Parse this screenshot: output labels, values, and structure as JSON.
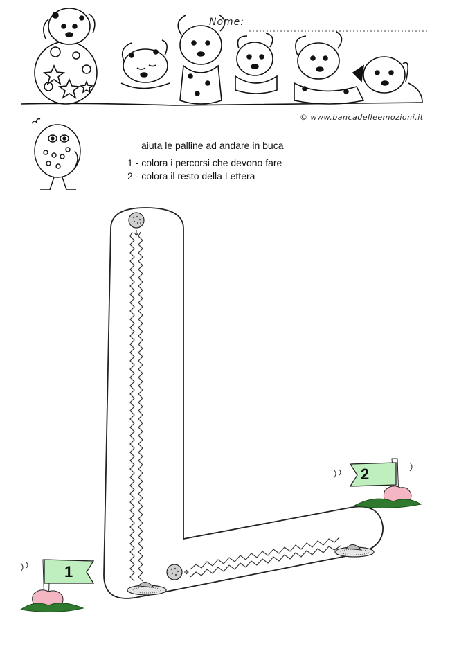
{
  "header": {
    "name_label": "Nome:",
    "copyright": "© www.bancadelleemozioni.it"
  },
  "instructions": {
    "title": "aiuta le palline ad andare in buca",
    "step1": "1 - colora i percorsi che devono fare",
    "step2": "2 - colora il resto della Lettera"
  },
  "flags": {
    "flag1_number": "1",
    "flag2_number": "2",
    "flag_color": "#bfefbf"
  },
  "colors": {
    "outline": "#222222",
    "hand": "#f4b6c2",
    "grass": "#2f7a2f"
  }
}
